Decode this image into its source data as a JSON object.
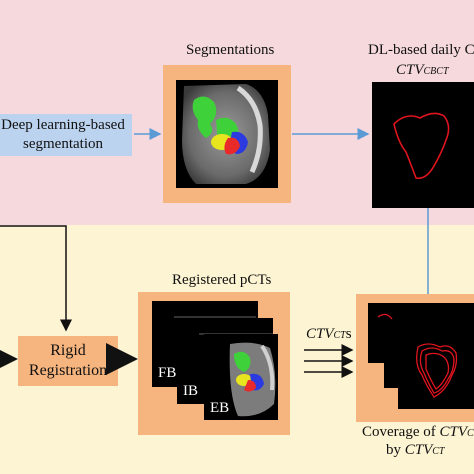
{
  "deep_learning_box": {
    "line1": "Deep learning-based",
    "line2": "segmentation"
  },
  "segmentations_caption": "Segmentations",
  "dl_daily_caption": {
    "line1": "DL-based daily CT",
    "ctv_main": "CTV",
    "ctv_sub": "CBCT"
  },
  "rigid_box": {
    "line1": "Rigid",
    "line2": "Registration"
  },
  "registered_caption": "Registered pCTs",
  "ctv_ct_label": {
    "main": "CTV",
    "sub": "CT",
    "suffix": "s"
  },
  "pct_labels": [
    "FB",
    "IB",
    "EB"
  ],
  "coverage_caption": {
    "prefix": "Coverage of ",
    "ctv_main": "CTV",
    "ctv_sub": "CE",
    "by": "by ",
    "by_ctv_main": "CTV",
    "by_ctv_sub": "CT"
  },
  "colors": {
    "top_band": "#f6d9dc",
    "bottom_band": "#fdf4d3",
    "blue_box": "#bcd3ef",
    "orange_box": "#f6b57e",
    "arrow_blue": "#5b9bd5",
    "contour_red": "#e0141e"
  }
}
